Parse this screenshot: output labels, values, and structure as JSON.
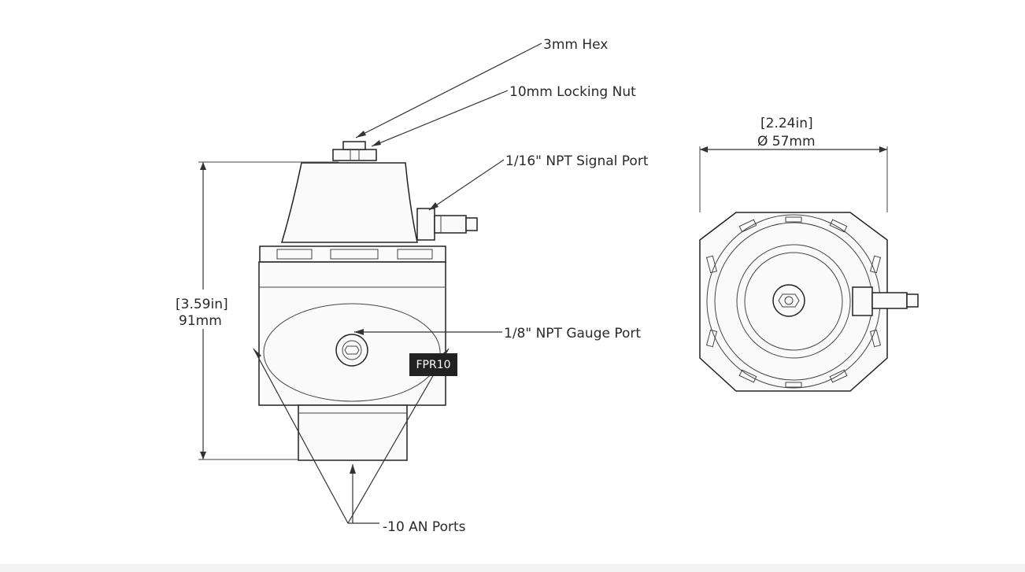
{
  "labels": {
    "hex": "3mm Hex",
    "locking_nut": "10mm Locking Nut",
    "signal_port": "1/16\" NPT Signal Port",
    "gauge_port": "1/8\" NPT Gauge Port",
    "an_ports": "-10 AN Ports"
  },
  "dimensions": {
    "height_in": "[3.59in]",
    "height_mm": "91mm",
    "diameter_in": "[2.24in]",
    "diameter_mm": "Ø 57mm"
  },
  "tag": "FPR10"
}
